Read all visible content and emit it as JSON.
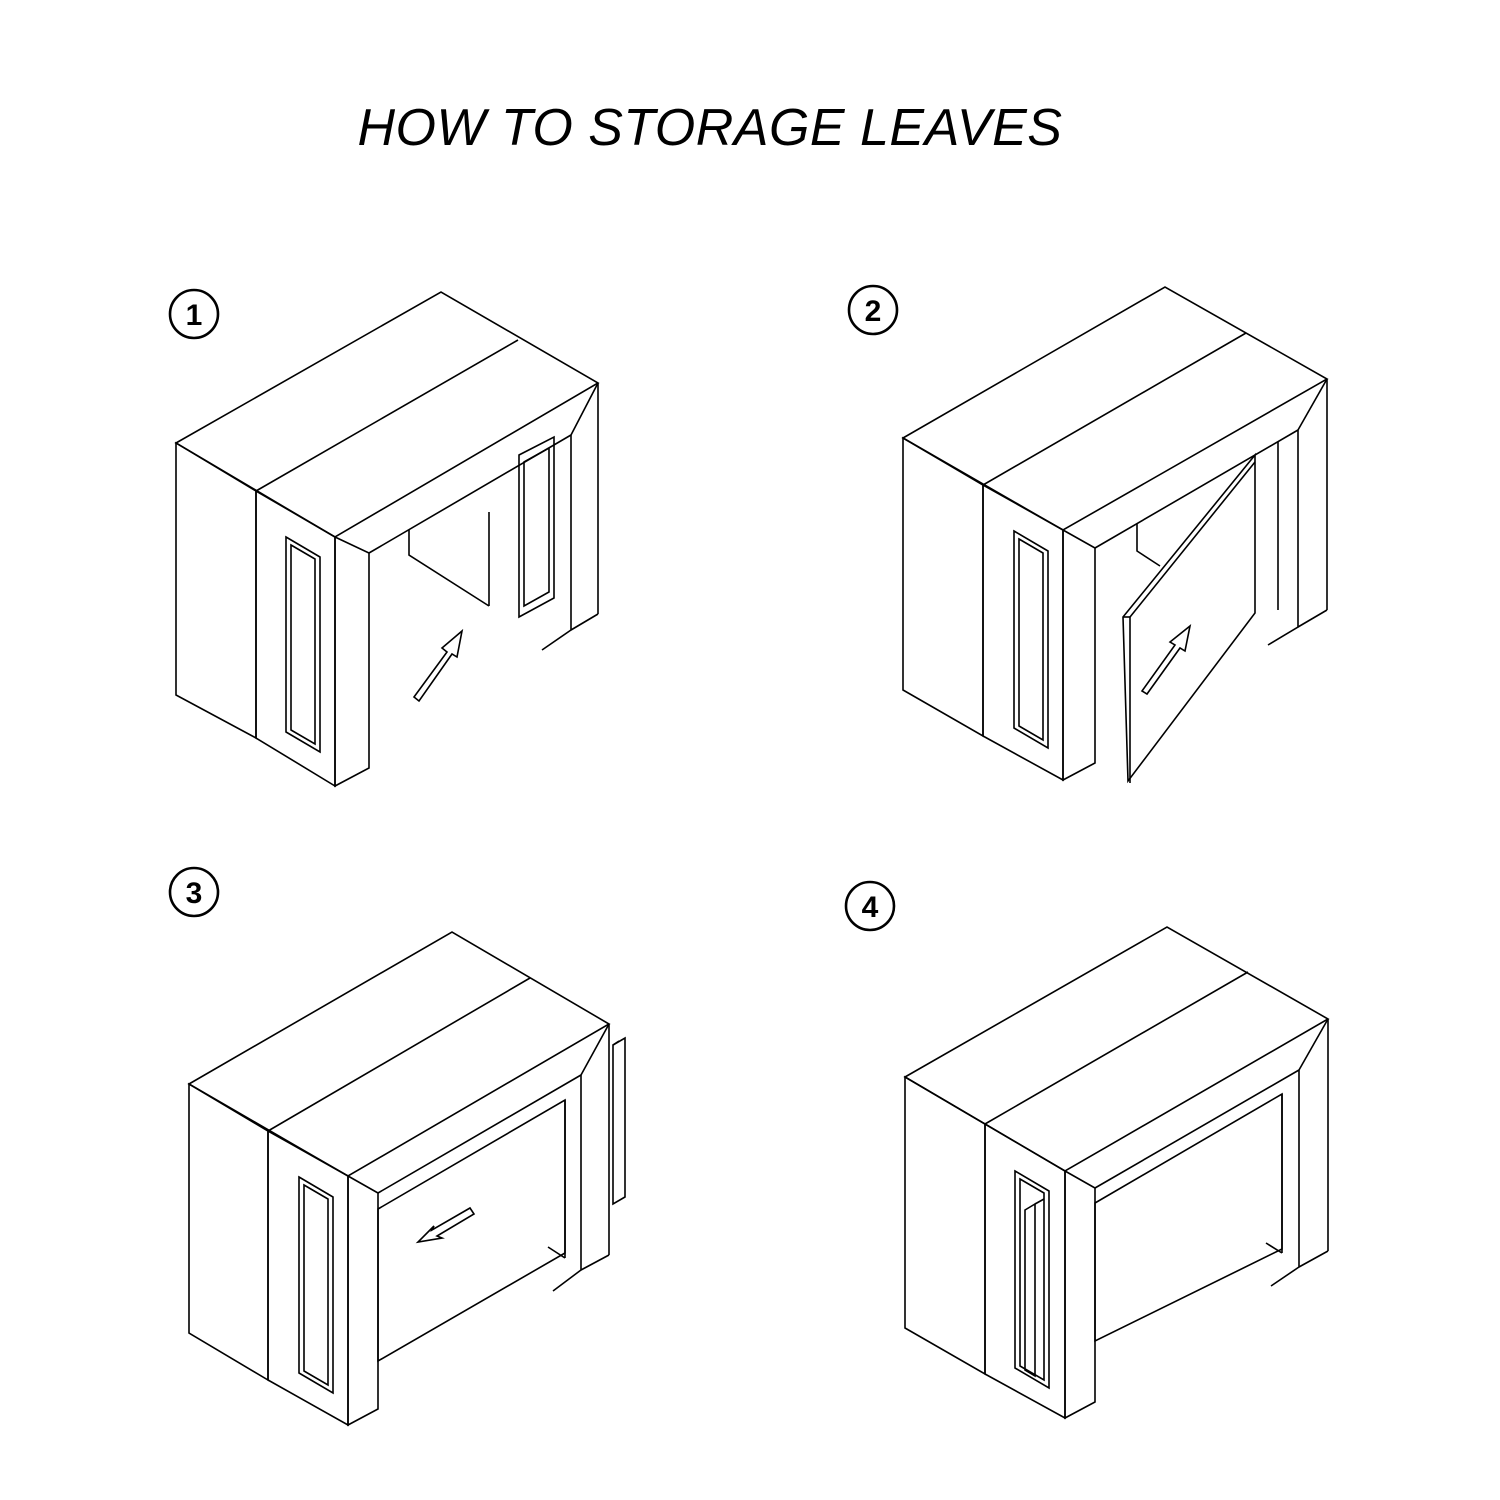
{
  "title": "HOW TO STORAGE LEAVES",
  "steps": [
    {
      "number": "1"
    },
    {
      "number": "2"
    },
    {
      "number": "3"
    },
    {
      "number": "4"
    }
  ],
  "colors": {
    "line": "#000000",
    "background": "#ffffff"
  }
}
